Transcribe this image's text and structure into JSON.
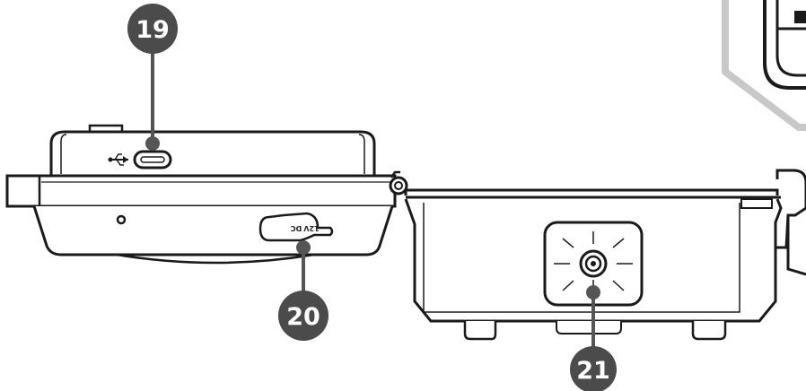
{
  "callouts": [
    {
      "id": "19",
      "label": "19"
    },
    {
      "id": "20",
      "label": "20"
    },
    {
      "id": "21",
      "label": "21"
    }
  ],
  "port_labels": {
    "dc_voltage": "12V",
    "dc_type": "DC"
  },
  "icons": {
    "usb": "usb-icon",
    "usb_c_port": "usb-c-port-icon",
    "dc_power_port": "dc-power-port-icon",
    "tripod_mount": "tripod-mount-icon"
  },
  "colors": {
    "callout_fill": "#4b4b4b",
    "line": "#1a1a1a",
    "gray_outline": "#c8c8c8",
    "leader": "#555555"
  }
}
